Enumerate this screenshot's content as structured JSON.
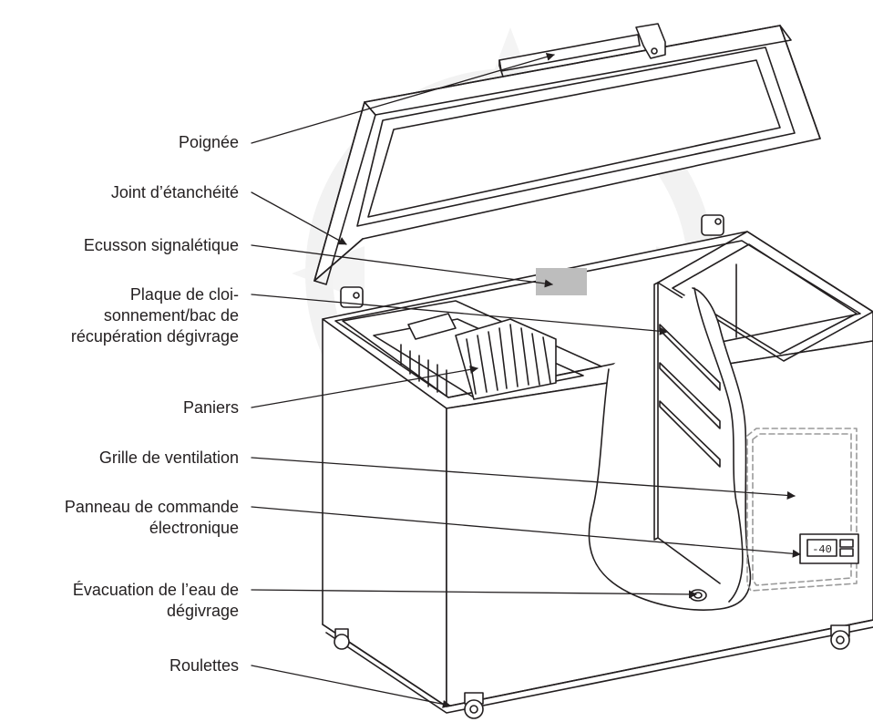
{
  "diagram": {
    "labels": {
      "poignee": "Poignée",
      "joint": "Joint d’étanchéité",
      "ecusson": "Ecusson signalétique",
      "plaque_l1": "Plaque de cloi-",
      "plaque_l2": "sonnement/bac de",
      "plaque_l3": "récupération dégivrage",
      "paniers": "Paniers",
      "grille": "Grille de ventilation",
      "panneau_l1": "Panneau de commande",
      "panneau_l2": "électronique",
      "evacuation_l1": "Évacuation de l’eau de",
      "evacuation_l2": "dégivrage",
      "roulettes": "Roulettes"
    },
    "display_readout": "-40",
    "colors": {
      "line": "#231f20",
      "nameplate": "#bdbdbd",
      "watermark": "#f2f2f2"
    }
  }
}
